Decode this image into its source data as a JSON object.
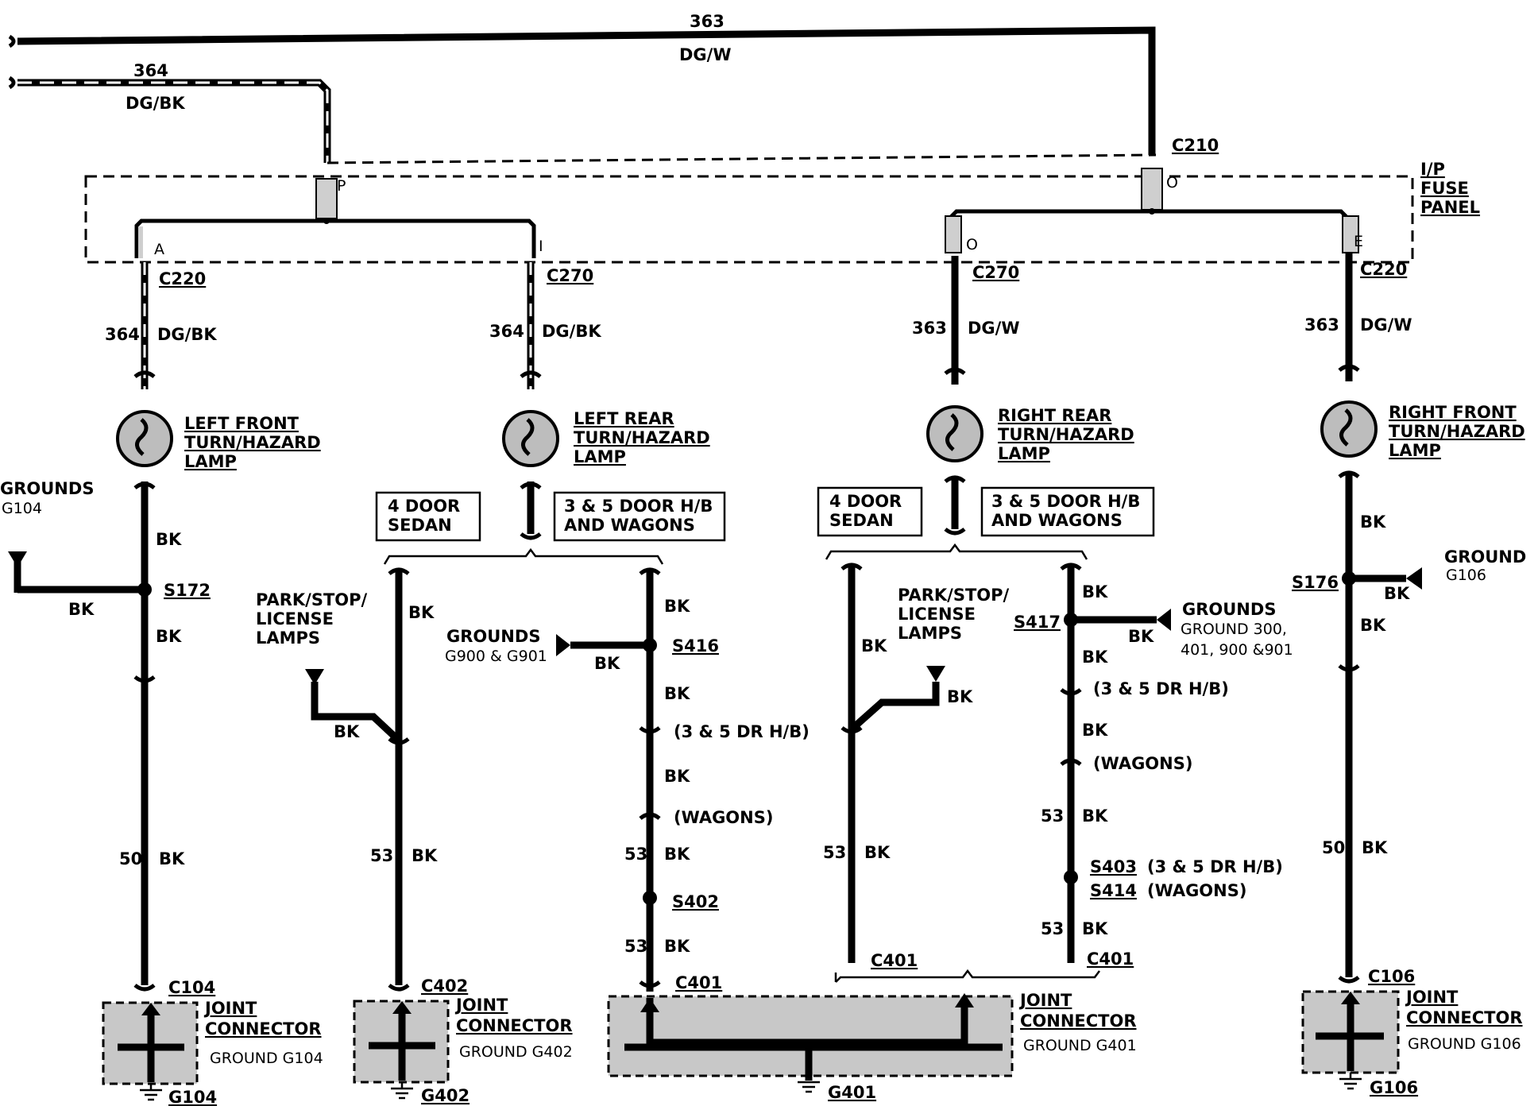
{
  "top_wires": {
    "w363_num": "363",
    "w363_color": "DG/W",
    "w364_num": "364",
    "w364_color": "DG/BK"
  },
  "connectors": {
    "c210": "C210",
    "c220_left": "C220",
    "c270_left": "C270",
    "c270_right": "C270",
    "c220_right": "C220",
    "c104": "C104",
    "c402": "C402",
    "c401_a": "C401",
    "c401_b": "C401",
    "c401_c": "C401",
    "c106": "C106"
  },
  "fuse_panel": {
    "label_line1": "I/P",
    "label_line2": "FUSE",
    "label_line3": "PANEL",
    "pin_p": "P",
    "pin_o_top": "O",
    "pin_a": "A",
    "pin_i": "I",
    "pin_o": "O",
    "pin_e": "E"
  },
  "branches": {
    "lf_num": "364",
    "lf_color": "DG/BK",
    "lr_num": "364",
    "lr_color": "DG/BK",
    "rr_num": "363",
    "rr_color": "DG/W",
    "rf_num": "363",
    "rf_color": "DG/W"
  },
  "lamps": {
    "lf": [
      "LEFT FRONT",
      "TURN/HAZARD",
      "LAMP"
    ],
    "lr": [
      "LEFT REAR",
      "TURN/HAZARD",
      "LAMP"
    ],
    "rr": [
      "RIGHT REAR",
      "TURN/HAZARD",
      "LAMP"
    ],
    "rf": [
      "RIGHT FRONT",
      "TURN/HAZARD",
      "LAMP"
    ]
  },
  "boxes": {
    "sedan_l": [
      "4 DOOR",
      "SEDAN"
    ],
    "hb_l": [
      "3 & 5 DOOR H/B",
      "AND WAGONS"
    ],
    "sedan_r": [
      "4 DOOR",
      "SEDAN"
    ],
    "hb_r": [
      "3 & 5 DOOR H/B",
      "AND WAGONS"
    ]
  },
  "left_front": {
    "grounds": "GROUNDS",
    "g104": "G104",
    "bk1": "BK",
    "bk2": "BK",
    "bk3": "BK",
    "splice": "S172",
    "num50": "50",
    "bk4": "BK",
    "jc": [
      "JOINT",
      "CONNECTOR"
    ],
    "jc_ground": "GROUND G104",
    "gnd": "G104"
  },
  "left_rear_sedan": {
    "psl": [
      "PARK/STOP/",
      "LICENSE",
      "LAMPS"
    ],
    "bk1": "BK",
    "bk2": "BK",
    "num53": "53",
    "bk3": "BK",
    "jc": [
      "JOINT",
      "CONNECTOR"
    ],
    "jc_ground": "GROUND G402",
    "gnd": "G402"
  },
  "left_rear_hb": {
    "bk1": "BK",
    "grounds": "GROUNDS",
    "grounds_ids": "G900 & G901",
    "splice": "S416",
    "bk2": "BK",
    "bk3": "BK",
    "note1": "(3 & 5 DR H/B)",
    "bk4": "BK",
    "note2": "(WAGONS)",
    "num53a": "53",
    "bk5": "BK",
    "splice2": "S402",
    "num53b": "53",
    "bk6": "BK"
  },
  "center_jc": {
    "jc": [
      "JOINT",
      "CONNECTOR"
    ],
    "jc_ground": "GROUND G401",
    "gnd": "G401"
  },
  "right_rear_sedan": {
    "psl": [
      "PARK/STOP/",
      "LICENSE",
      "LAMPS"
    ],
    "bk1": "BK",
    "bk2": "BK",
    "num53": "53",
    "bk3": "BK"
  },
  "right_rear_hb": {
    "bk1": "BK",
    "splice": "S417",
    "bk2": "BK",
    "grounds": "GROUNDS",
    "grounds_l2": "GROUND 300,",
    "grounds_l3": "401, 900 &901",
    "bk3": "BK",
    "note1": "(3 & 5 DR H/B)",
    "bk4": "BK",
    "note2": "(WAGONS)",
    "num53a": "53",
    "bk5": "BK",
    "splice2": "S403",
    "note3": "(3 & 5 DR H/B)",
    "splice3": "S414",
    "note4": "(WAGONS)",
    "num53b": "53",
    "bk6": "BK"
  },
  "right_front": {
    "bk1": "BK",
    "splice": "S176",
    "bk2": "BK",
    "ground": "GROUND",
    "g106": "G106",
    "bk3": "BK",
    "num50": "50",
    "bk4": "BK",
    "jc": [
      "JOINT",
      "CONNECTOR"
    ],
    "jc_ground": "GROUND G106",
    "gnd": "G106"
  }
}
